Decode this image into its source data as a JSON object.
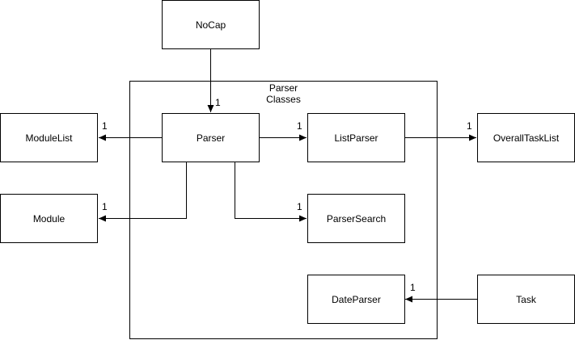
{
  "diagram": {
    "container": {
      "label": "Parser\nClasses"
    },
    "nodes": {
      "nocap": "NoCap",
      "parser": "Parser",
      "listparser": "ListParser",
      "overalltasklist": "OverallTaskList",
      "modulelist": "ModuleList",
      "module": "Module",
      "parsersearch": "ParserSearch",
      "dateparser": "DateParser",
      "task": "Task"
    },
    "edges": [
      {
        "from": "NoCap",
        "to": "Parser",
        "multiplicity": "1"
      },
      {
        "from": "Parser",
        "to": "ModuleList",
        "multiplicity": "1"
      },
      {
        "from": "Parser",
        "to": "ListParser",
        "multiplicity": "1"
      },
      {
        "from": "ListParser",
        "to": "OverallTaskList",
        "multiplicity": "1"
      },
      {
        "from": "Parser",
        "to": "Module",
        "multiplicity": "1"
      },
      {
        "from": "Parser",
        "to": "ParserSearch",
        "multiplicity": "1"
      },
      {
        "from": "Task",
        "to": "DateParser",
        "multiplicity": "1"
      }
    ]
  }
}
